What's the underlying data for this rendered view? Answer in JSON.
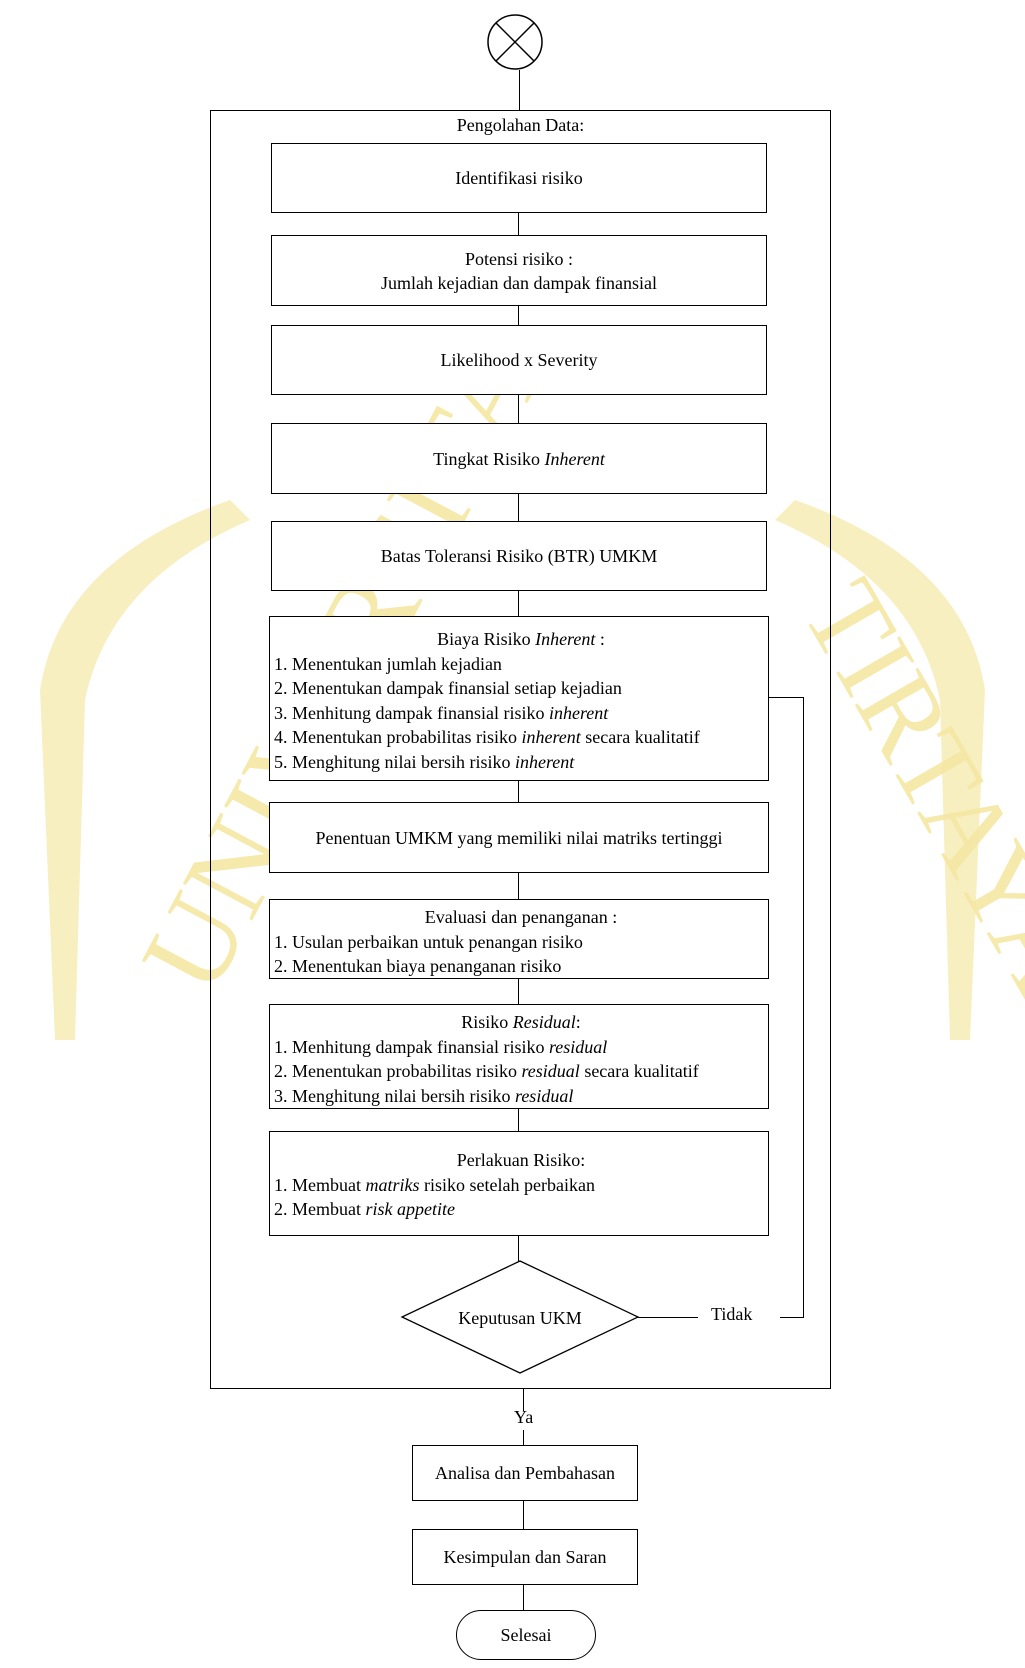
{
  "watermark": {
    "left_text": "UNIVERSITA",
    "right_text": "TIRTAYASA",
    "color": "#f5e7a3"
  },
  "process_box": {
    "title": "Pengolahan Data:"
  },
  "steps": {
    "identifikasi": "Identifikasi risiko",
    "potensi_1": "Potensi risiko :",
    "potensi_2": "Jumlah kejadian dan dampak finansial",
    "likelihood": "Likelihood x Severity",
    "tingkat_a": "Tingkat Risiko ",
    "tingkat_b": "Inherent",
    "btr": "Batas Toleransi Risiko (BTR) UMKM",
    "biaya": {
      "head_a": "Biaya Risiko ",
      "head_b": "Inherent",
      "head_c": " :",
      "i1": "1. Menentukan jumlah kejadian",
      "i2": "2. Menentukan dampak finansial setiap kejadian",
      "i3_a": "3. Menhitung dampak finansial risiko ",
      "i3_b": "inherent",
      "i4_a": "4. Menentukan probabilitas risiko ",
      "i4_b": "inherent",
      "i4_c": " secara kualitatif",
      "i5_a": "5. Menghitung nilai bersih  risiko ",
      "i5_b": "inherent"
    },
    "penentuan": "Penentuan UMKM yang memiliki nilai matriks tertinggi",
    "evaluasi": {
      "head": "Evaluasi dan penanganan :",
      "i1": "1. Usulan perbaikan untuk penangan risiko",
      "i2": "2. Menentukan biaya penanganan risiko"
    },
    "residual": {
      "head_a": "Risiko ",
      "head_b": "Residual",
      "head_c": ":",
      "i1_a": "1. Menhitung dampak finansial risiko ",
      "i1_b": "residual",
      "i2_a": "2. Menentukan probabilitas risiko ",
      "i2_b": "residual",
      "i2_c": " secara kualitatif",
      "i3_a": "3. Menghitung nilai bersih  risiko ",
      "i3_b": "residual"
    },
    "perlakuan": {
      "head": "Perlakuan Risiko:",
      "i1_a": "1. Membuat ",
      "i1_b": "matriks",
      "i1_c": " risiko setelah perbaikan",
      "i2_a": "2. Membuat ",
      "i2_b": "risk appetite"
    }
  },
  "decision": {
    "label": "Keputusan UKM",
    "no_label": "Tidak",
    "yes_label": "Ya"
  },
  "after": {
    "analisa": "Analisa dan Pembahasan",
    "kesimpulan": "Kesimpulan dan Saran",
    "selesai": "Selesai"
  }
}
